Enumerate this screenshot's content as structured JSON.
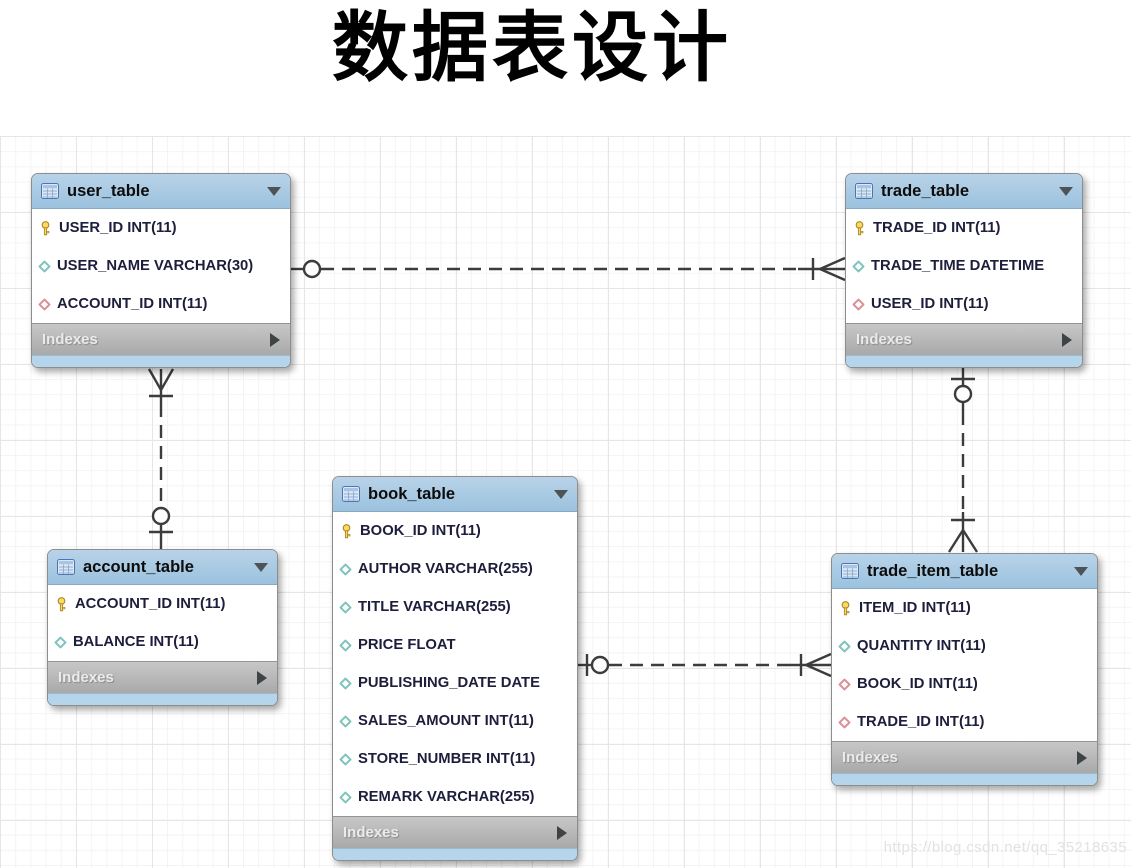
{
  "page": {
    "title": "数据表设计",
    "watermark": "https://blog.csdn.net/qq_35218635"
  },
  "labels": {
    "indexes": "Indexes"
  },
  "colors": {
    "table_header_blue": "#a9c9e2",
    "table_footer_blue": "#b5d5ec",
    "indexes_bar_gray": "#b3b3b3",
    "relationship_line": "#3c3c3c",
    "primary_key_yellow": "#ffd95e",
    "attribute_diamond_teal": "#7fc4bd",
    "foreign_key_diamond_red": "#dc8f97"
  },
  "diagram": {
    "tables": [
      {
        "name": "user_table",
        "columns": [
          {
            "icon": "primary-key-icon",
            "text": "USER_ID INT(11)"
          },
          {
            "icon": "attribute-diamond-icon",
            "text": "USER_NAME VARCHAR(30)"
          },
          {
            "icon": "foreign-key-diamond-icon",
            "text": "ACCOUNT_ID INT(11)"
          }
        ]
      },
      {
        "name": "trade_table",
        "columns": [
          {
            "icon": "primary-key-icon",
            "text": "TRADE_ID INT(11)"
          },
          {
            "icon": "attribute-diamond-icon",
            "text": "TRADE_TIME DATETIME"
          },
          {
            "icon": "foreign-key-diamond-icon",
            "text": "USER_ID INT(11)"
          }
        ]
      },
      {
        "name": "account_table",
        "columns": [
          {
            "icon": "primary-key-icon",
            "text": "ACCOUNT_ID INT(11)"
          },
          {
            "icon": "attribute-diamond-icon",
            "text": "BALANCE INT(11)"
          }
        ]
      },
      {
        "name": "book_table",
        "columns": [
          {
            "icon": "primary-key-icon",
            "text": "BOOK_ID INT(11)"
          },
          {
            "icon": "attribute-diamond-icon",
            "text": "AUTHOR VARCHAR(255)"
          },
          {
            "icon": "attribute-diamond-icon",
            "text": "TITLE VARCHAR(255)"
          },
          {
            "icon": "attribute-diamond-icon",
            "text": "PRICE FLOAT"
          },
          {
            "icon": "attribute-diamond-icon",
            "text": "PUBLISHING_DATE DATE"
          },
          {
            "icon": "attribute-diamond-icon",
            "text": "SALES_AMOUNT INT(11)"
          },
          {
            "icon": "attribute-diamond-icon",
            "text": "STORE_NUMBER INT(11)"
          },
          {
            "icon": "attribute-diamond-icon",
            "text": "REMARK VARCHAR(255)"
          }
        ]
      },
      {
        "name": "trade_item_table",
        "columns": [
          {
            "icon": "primary-key-icon",
            "text": "ITEM_ID INT(11)"
          },
          {
            "icon": "attribute-diamond-icon",
            "text": "QUANTITY INT(11)"
          },
          {
            "icon": "foreign-key-diamond-icon",
            "text": "BOOK_ID INT(11)"
          },
          {
            "icon": "foreign-key-diamond-icon",
            "text": "TRADE_ID INT(11)"
          }
        ]
      }
    ],
    "relationships": [
      {
        "from": "user_table",
        "to": "trade_table",
        "from_end": "zero-or-one",
        "to_end": "one-or-many",
        "line": "dashed"
      },
      {
        "from": "user_table",
        "to": "account_table",
        "from_end": "one-or-many",
        "to_end": "zero-or-one",
        "line": "dashed"
      },
      {
        "from": "trade_table",
        "to": "trade_item_table",
        "from_end": "zero-or-one",
        "to_end": "one-or-many",
        "line": "dashed"
      },
      {
        "from": "book_table",
        "to": "trade_item_table",
        "from_end": "zero-or-one",
        "to_end": "one-or-many",
        "line": "dashed"
      }
    ]
  }
}
